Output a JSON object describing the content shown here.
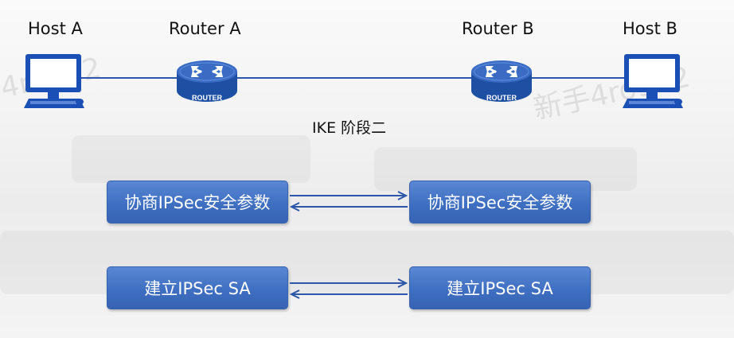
{
  "diagram": {
    "hosts": [
      {
        "label": "Host A"
      },
      {
        "label": "Host B"
      }
    ],
    "routers": [
      {
        "label": "Router A",
        "badge": "ROUTER"
      },
      {
        "label": "Router B",
        "badge": "ROUTER"
      }
    ],
    "phase_label": "IKE 阶段二",
    "steps": [
      {
        "left": "协商IPSec安全参数",
        "right": "协商IPSec安全参数"
      },
      {
        "left": "建立IPSec SA",
        "right": "建立IPSec SA"
      }
    ],
    "watermarks": [
      "4ro972",
      "新手4ro972"
    ],
    "colors": {
      "box_fill": "#4a7bcc",
      "arrow": "#2c56a8",
      "host": "#1a4fb5",
      "router": "#1d4fa3"
    }
  }
}
